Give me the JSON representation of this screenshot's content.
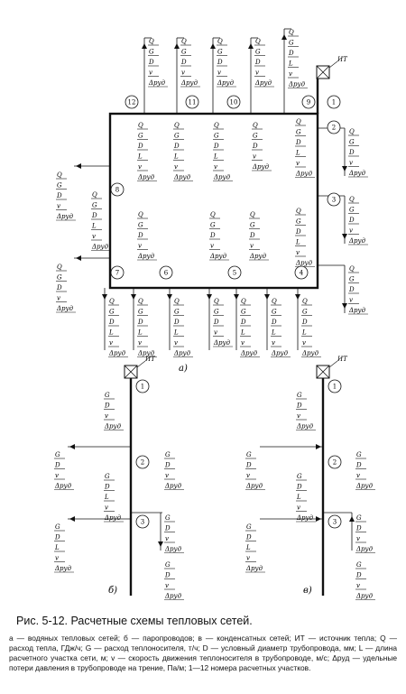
{
  "labels": {
    "Q": "Q",
    "G": "G",
    "D": "D",
    "L": "L",
    "v": "v",
    "dp": "Δpуд",
    "source": "ИТ"
  },
  "sections": [
    "1",
    "2",
    "3",
    "4",
    "5",
    "6",
    "7",
    "8",
    "9",
    "10",
    "11",
    "12"
  ],
  "subfigures": {
    "a": "а)",
    "b": "б)",
    "c": "в)"
  },
  "caption": {
    "title": "Рис. 5-12. Расчетные схемы тепловых сетей.",
    "legend": "а — водяных тепловых сетей; б — паропроводов; в — конденсатных сетей; ИТ — источник тепла; Q — расход тепла, ГДж/ч; G — расход теплоносителя, т/ч; D — условный диаметр трубопровода, мм; L — длина расчетного участка сети, м; v — скорость движения теплоносителя в трубопроводе, м/с; Δpуд — удельные потери давления в трубопроводе на трение, Па/м; 1—12 номера расчетных участков."
  }
}
